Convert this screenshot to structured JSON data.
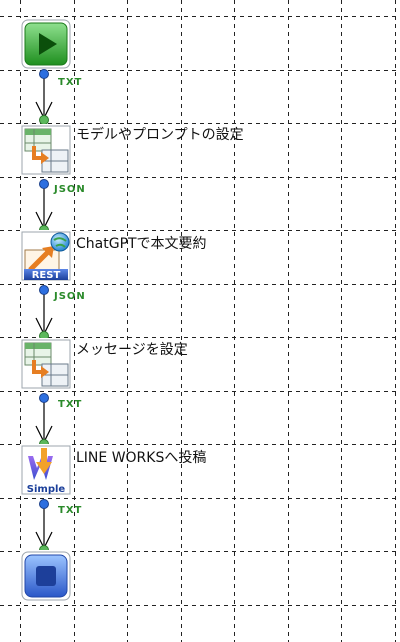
{
  "flow": {
    "steps": [
      {
        "label": "",
        "icon": "start-icon"
      },
      {
        "label": "モデルやプロンプトの設定",
        "icon": "variable-assign-icon"
      },
      {
        "label": "ChatGPTで本文要約",
        "icon": "rest-api-icon"
      },
      {
        "label": "メッセージを設定",
        "icon": "variable-assign-icon"
      },
      {
        "label": "LINE WORKSへ投稿",
        "icon": "lineworks-simple-icon"
      },
      {
        "label": "",
        "icon": "end-icon"
      }
    ],
    "connectors": [
      {
        "type": "TXT"
      },
      {
        "type": "JSON"
      },
      {
        "type": "JSON"
      },
      {
        "type": "TXT"
      },
      {
        "type": "TXT"
      }
    ],
    "icon_texts": {
      "rest": "REST",
      "simple": "Simple"
    }
  },
  "colors": {
    "grid": "#222222",
    "start_green": "#2faa2f",
    "end_blue": "#3a6fd8",
    "connector_type": "#2a8a2a",
    "pin_blue": "#2d6fe0",
    "pin_green": "#5cb85c"
  }
}
